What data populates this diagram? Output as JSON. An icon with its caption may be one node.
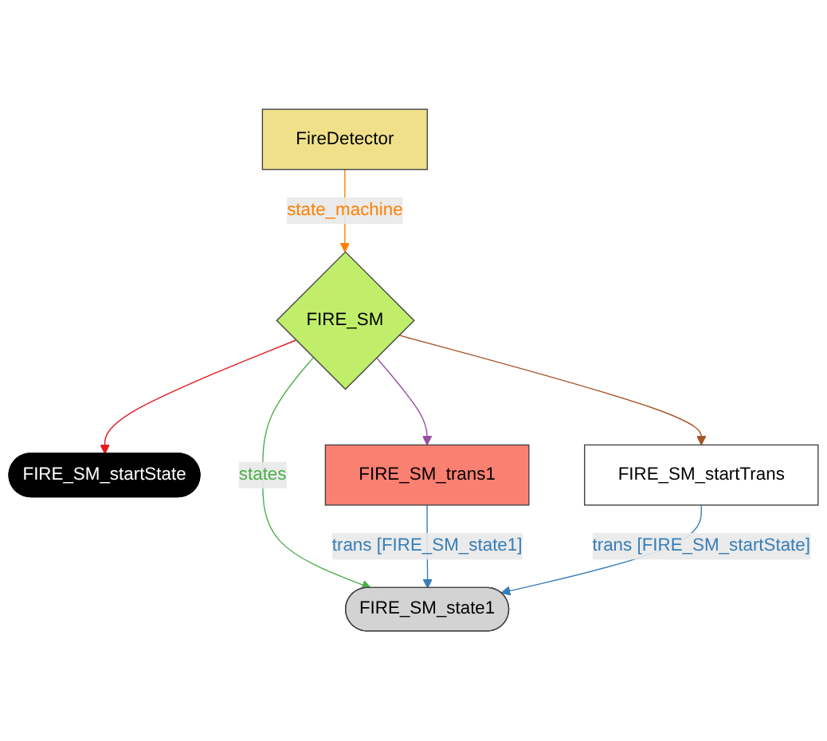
{
  "diagram": {
    "nodes": [
      {
        "text": [
          "FireDetector"
        ]
      },
      {
        "text": [
          "FIRE_SM"
        ]
      },
      {
        "text": [
          "FIRE_SM_startState"
        ]
      },
      {
        "text": [
          "FIRE_SM_trans1"
        ]
      },
      {
        "text": [
          "FIRE_SM_startTrans"
        ]
      },
      {
        "text": [
          "FIRE_SM_state1"
        ]
      }
    ],
    "edges": [
      {
        "from": 0,
        "to": 1,
        "arrow": "to",
        "label": "state_machine",
        "color": "#ff8000"
      },
      {
        "from": 1,
        "to": 2,
        "arrow": "to",
        "color": "#e41a1c"
      },
      {
        "from": 1,
        "to": 3,
        "arrow": "to",
        "color": "#984ea3"
      },
      {
        "from": 1,
        "to": 4,
        "arrow": "to",
        "color": "#a65628"
      },
      {
        "from": 1,
        "to": 5,
        "arrow": "to",
        "label": "states",
        "color": "#4daf4a"
      },
      {
        "from": 3,
        "to": 5,
        "arrow": "to",
        "label": "trans [FIRE_SM_state1]",
        "color": "#377eb8"
      },
      {
        "from": 4,
        "to": 5,
        "arrow": "to",
        "label": "trans [FIRE_SM_startState]",
        "color": "#377eb8"
      }
    ]
  }
}
